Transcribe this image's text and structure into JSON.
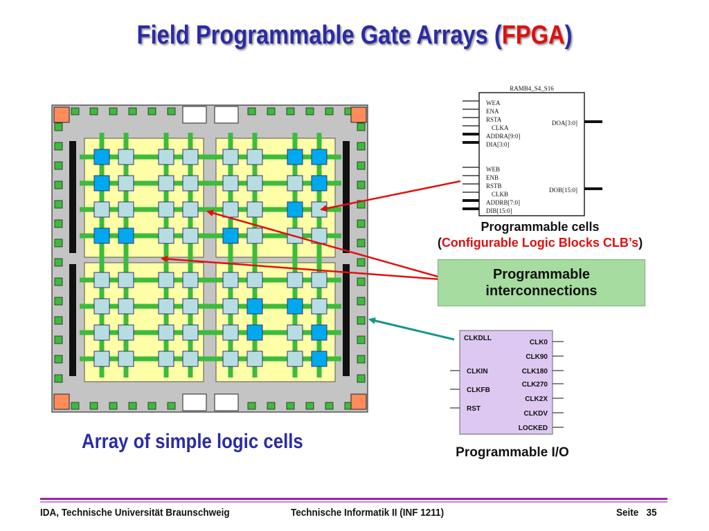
{
  "slide": {
    "title_main": "Field Programmable Gate Arrays (",
    "title_accent": "FPGA",
    "title_end": ")",
    "array_caption": "Array of simple logic cells"
  },
  "ramb": {
    "name": "RAMB4_S4_S16",
    "port_a_inputs": [
      "WEA",
      "ENA",
      "RSTA",
      "CLKA",
      "ADDRA[9:0]",
      "DIA[3:0]"
    ],
    "port_a_output": "DOA[3:0]",
    "port_b_inputs": [
      "WEB",
      "ENB",
      "RSTB",
      "CLKB",
      "ADDRB[7:0]",
      "DIB[15:0]"
    ],
    "port_b_output": "DOB[15:0]"
  },
  "clb_caption": {
    "line1": "Programmable cells",
    "open": "(",
    "line2": "Configurable Logic Blocks CLB’s",
    "close": ")"
  },
  "interconnect": {
    "line1": "Programmable",
    "line2": "interconnections"
  },
  "clkdll": {
    "name": "CLKDLL",
    "inputs": [
      "CLKIN",
      "CLKFB",
      "RST"
    ],
    "outputs": [
      "CLK0",
      "CLK90",
      "CLK180",
      "CLK270",
      "CLK2X",
      "CLKDV",
      "LOCKED"
    ]
  },
  "io_caption": "Programmable I/O",
  "footer": {
    "left": "IDA, Technische Universität Braunschweig",
    "center": "Technische Informatik II (INF 1211)",
    "page_label": "Seite",
    "page_number": "35"
  },
  "colors": {
    "title_blue": "#2b2ba6",
    "accent_red": "#e01010",
    "wire_green": "#3cbb3c",
    "clb_fill": "#b7dde2",
    "clb_highlight": "#00a8f0",
    "quadrant_yellow": "#ffffa8",
    "io_orange": "#ff8c5a",
    "chip_gray": "#c4c4c4",
    "clkdll_lavender": "#dcc8f0",
    "arrow_teal": "#12958a"
  }
}
